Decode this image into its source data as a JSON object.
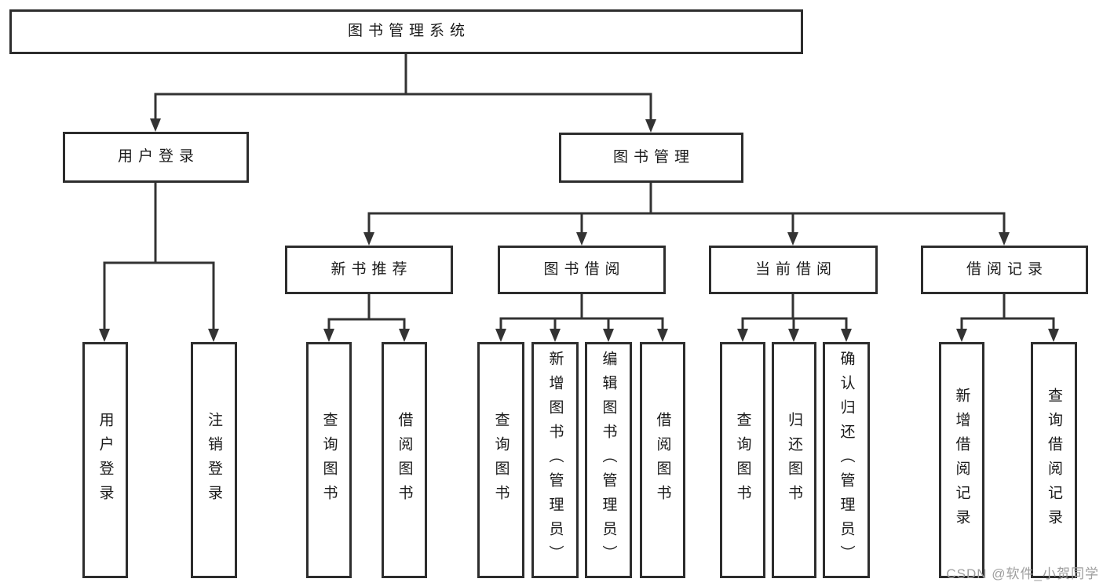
{
  "diagram": {
    "root": {
      "label": "图书管理系统"
    },
    "level2": [
      {
        "label": "用户登录"
      },
      {
        "label": "图书管理"
      }
    ],
    "level3": [
      {
        "label": "新书推荐"
      },
      {
        "label": "图书借阅"
      },
      {
        "label": "当前借阅"
      },
      {
        "label": "借阅记录"
      }
    ],
    "leaves": {
      "user_login": [
        "用户登录",
        "注销登录"
      ],
      "new_book_recommend": [
        "查询图书",
        "借阅图书"
      ],
      "book_borrow": [
        "查询图书",
        "新增图书（管理员）",
        "编辑图书（管理员）",
        "借阅图书"
      ],
      "current_borrow": [
        "查询图书",
        "归还图书",
        "确认归还（管理员）"
      ],
      "borrow_record": [
        "新增借阅记录",
        "查询借阅记录"
      ]
    }
  },
  "watermark": {
    "text": "CSDN @软件_小贺同学"
  },
  "colors": {
    "line": "#333333",
    "box_border": "#2d2d2d",
    "text": "#1a1a1a",
    "watermark": "#9e9e9e",
    "background": "#ffffff"
  }
}
